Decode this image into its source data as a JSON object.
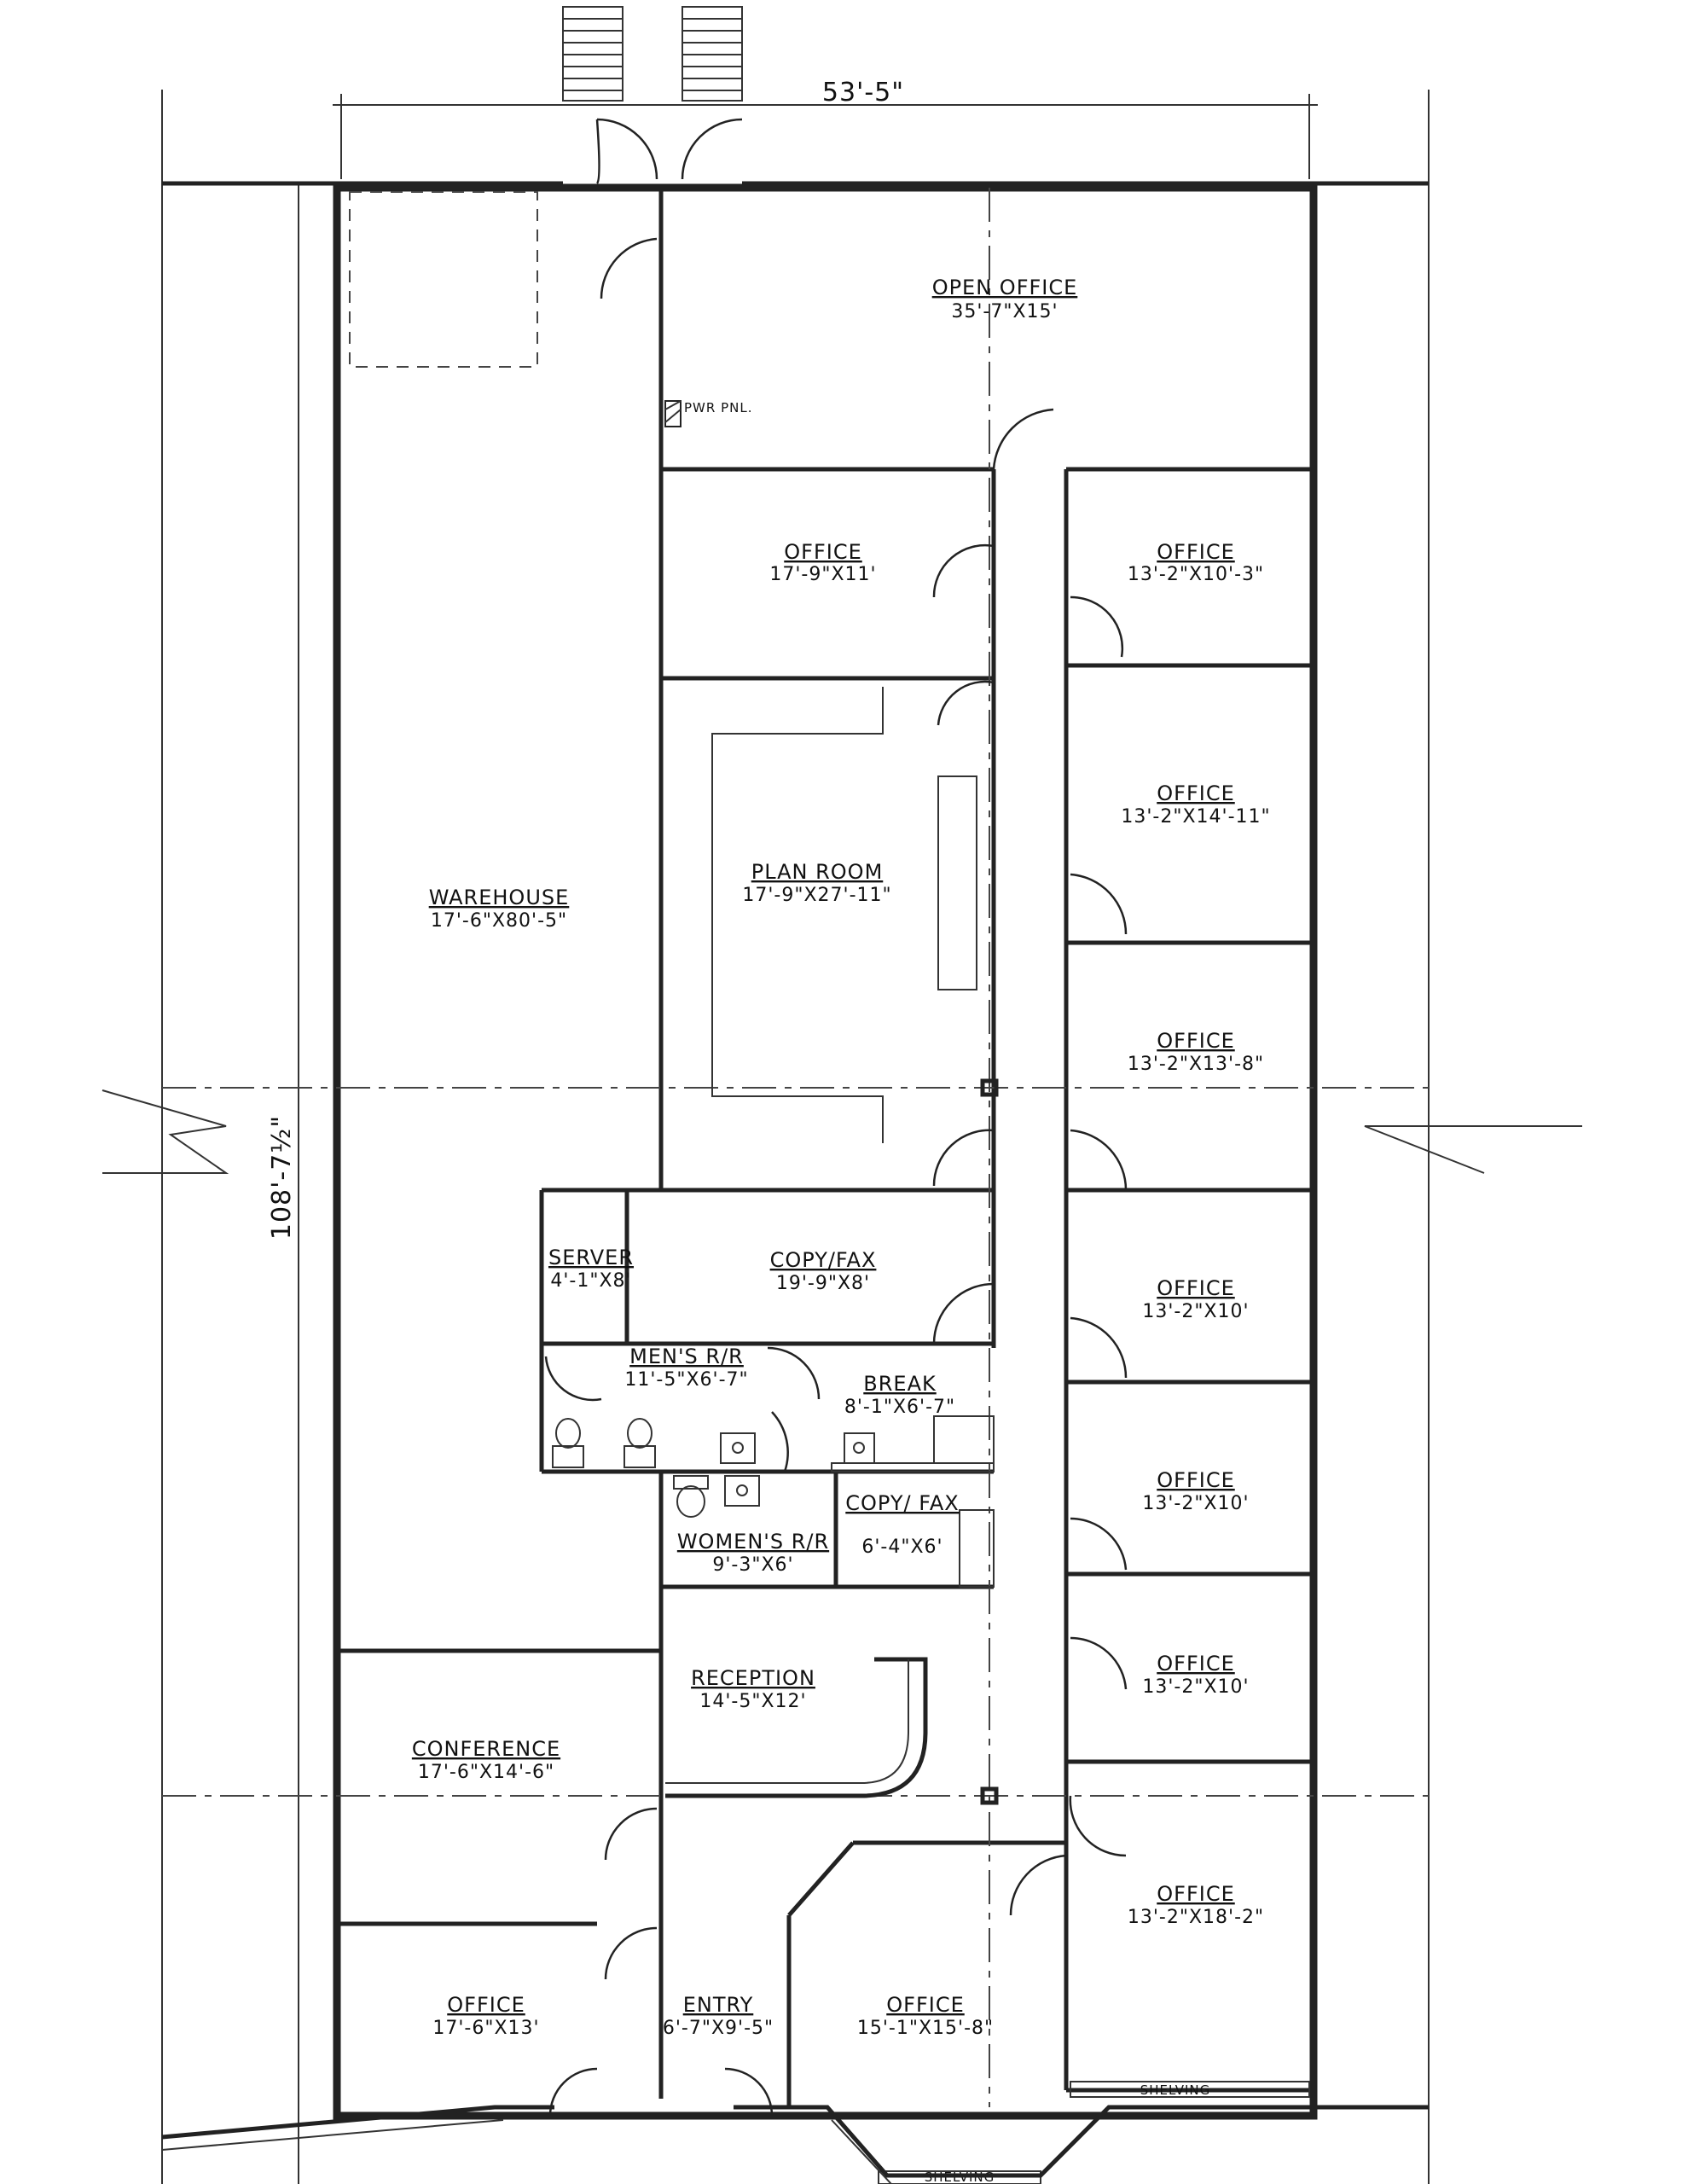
{
  "dimensions": {
    "width": "53'-5\"",
    "length": "108'-7½\""
  },
  "rooms": [
    {
      "id": "open-office",
      "name": "OPEN OFFICE",
      "dims": "35'-7\"X15'"
    },
    {
      "id": "office-a",
      "name": "OFFICE",
      "dims": "17'-9\"X11'"
    },
    {
      "id": "office-b",
      "name": "OFFICE",
      "dims": "13'-2\"X10'-3\""
    },
    {
      "id": "office-c",
      "name": "OFFICE",
      "dims": "13'-2\"X14'-11\""
    },
    {
      "id": "warehouse",
      "name": "WAREHOUSE",
      "dims": "17'-6\"X80'-5\""
    },
    {
      "id": "plan-room",
      "name": "PLAN ROOM",
      "dims": "17'-9\"X27'-11\""
    },
    {
      "id": "office-d",
      "name": "OFFICE",
      "dims": "13'-2\"X13'-8\""
    },
    {
      "id": "server",
      "name": "SERVER",
      "dims": "4'-1\"X8'"
    },
    {
      "id": "copy-fax",
      "name": "COPY/FAX",
      "dims": "19'-9\"X8'"
    },
    {
      "id": "office-e",
      "name": "OFFICE",
      "dims": "13'-2\"X10'"
    },
    {
      "id": "mens-rr",
      "name": "MEN'S R/R",
      "dims": "11'-5\"X6'-7\""
    },
    {
      "id": "break",
      "name": "BREAK",
      "dims": "8'-1\"X6'-7\""
    },
    {
      "id": "office-f",
      "name": "OFFICE",
      "dims": "13'-2\"X10'"
    },
    {
      "id": "womens-rr",
      "name": "WOMEN'S R/R",
      "dims": "9'-3\"X6'"
    },
    {
      "id": "copy-fax-2",
      "name": "COPY/ FAX",
      "dims": "6'-4\"X6'"
    },
    {
      "id": "reception",
      "name": "RECEPTION",
      "dims": "14'-5\"X12'"
    },
    {
      "id": "office-g",
      "name": "OFFICE",
      "dims": "13'-2\"X10'"
    },
    {
      "id": "conference",
      "name": "CONFERENCE",
      "dims": "17'-6\"X14'-6\""
    },
    {
      "id": "office-h",
      "name": "OFFICE",
      "dims": "13'-2\"X18'-2\""
    },
    {
      "id": "office-i",
      "name": "OFFICE",
      "dims": "17'-6\"X13'"
    },
    {
      "id": "entry",
      "name": "ENTRY",
      "dims": "6'-7\"X9'-5\""
    },
    {
      "id": "office-j",
      "name": "OFFICE",
      "dims": "15'-1\"X15'-8\""
    }
  ],
  "notes": {
    "power_panel": "PWR PNL.",
    "shelving_right": "SHELVING",
    "shelving_bottom": "SHELVING"
  }
}
